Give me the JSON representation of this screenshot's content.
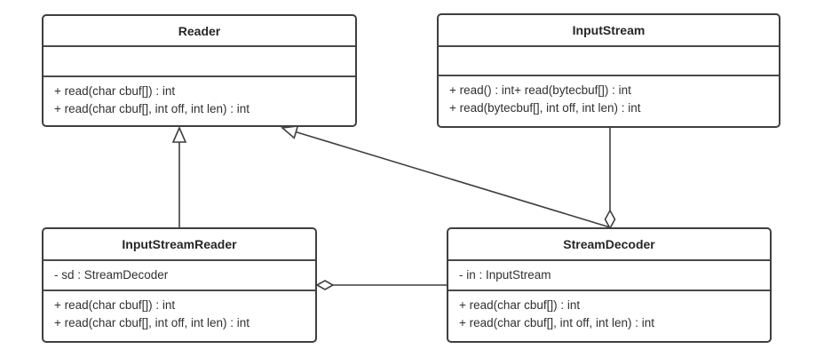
{
  "diagram": {
    "kind": "uml-class-diagram",
    "background_color": "#ffffff",
    "line_color": "#3f3f3f",
    "text_color": "#303030"
  },
  "classes": [
    {
      "name": "Reader",
      "attributes": [],
      "methods": [
        "+ read(char cbuf[]) : int",
        "+ read(char cbuf[], int off, int len) : int"
      ]
    },
    {
      "name": "InputStream",
      "attributes": [],
      "methods": [
        "+ read() : int+ read(bytecbuf[]) : int",
        "+ read(bytecbuf[], int off, int len) : int"
      ]
    },
    {
      "name": "InputStreamReader",
      "attributes": [
        "- sd : StreamDecoder"
      ],
      "methods": [
        "+ read(char cbuf[]) : int",
        "+ read(char cbuf[], int off, int len) : int"
      ]
    },
    {
      "name": "StreamDecoder",
      "attributes": [
        "- in : InputStream"
      ],
      "methods": [
        "+ read(char cbuf[]) : int",
        "+ read(char cbuf[], int off, int len) : int"
      ]
    }
  ],
  "relationships": [
    {
      "type": "generalization",
      "from": "InputStreamReader",
      "to": "Reader",
      "marker": "hollow-triangle"
    },
    {
      "type": "generalization",
      "from": "StreamDecoder",
      "to": "Reader",
      "marker": "hollow-triangle"
    },
    {
      "type": "aggregation",
      "whole": "StreamDecoder",
      "part": "InputStream",
      "marker": "hollow-diamond"
    },
    {
      "type": "aggregation",
      "whole": "InputStreamReader",
      "part": "StreamDecoder",
      "marker": "hollow-diamond"
    }
  ]
}
